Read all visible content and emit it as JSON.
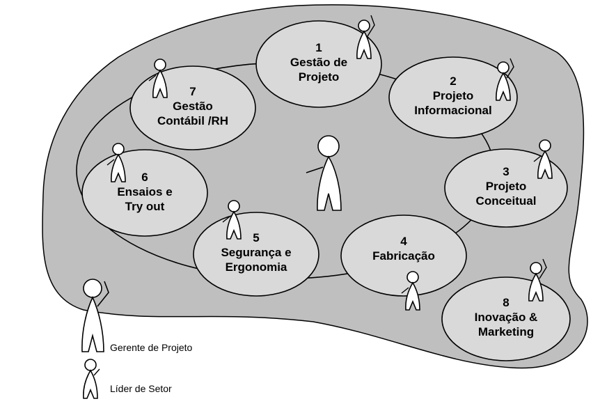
{
  "colors": {
    "blob": "#bfbfbf",
    "node": "#d9d9d9",
    "figure": "#ffffff",
    "stroke": "#000000"
  },
  "nodes": [
    {
      "id": "1",
      "number": "1",
      "lines": [
        "Gestão de",
        "Projeto"
      ]
    },
    {
      "id": "2",
      "number": "2",
      "lines": [
        "Projeto",
        "Informacional"
      ]
    },
    {
      "id": "3",
      "number": "3",
      "lines": [
        "Projeto",
        "Conceitual"
      ]
    },
    {
      "id": "4",
      "number": "4",
      "lines": [
        "Fabricação"
      ]
    },
    {
      "id": "5",
      "number": "5",
      "lines": [
        "Segurança e",
        "Ergonomia"
      ]
    },
    {
      "id": "6",
      "number": "6",
      "lines": [
        "Ensaios e",
        "Try out"
      ]
    },
    {
      "id": "7",
      "number": "7",
      "lines": [
        "Gestão",
        "Contábil /RH"
      ]
    },
    {
      "id": "8",
      "number": "8",
      "lines": [
        "Inovação &",
        "Marketing"
      ]
    }
  ],
  "legend": {
    "manager_label": "Gerente de Projeto",
    "leader_label": "Líder de Setor"
  }
}
